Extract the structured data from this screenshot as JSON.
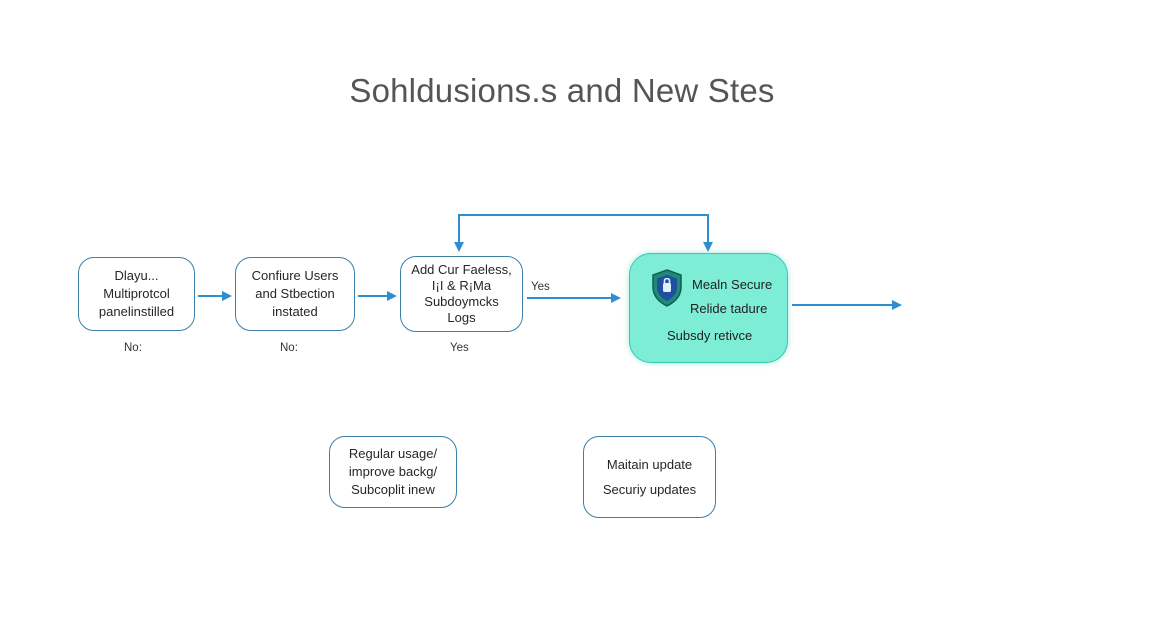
{
  "title": "Sohldusions.s and New Stes",
  "nodes": {
    "n1": {
      "lines": [
        "Dlayu...",
        "Multiprotcol",
        "panelinstilled"
      ]
    },
    "n2": {
      "lines": [
        "Confiure Users",
        "and Stbection",
        "instated"
      ]
    },
    "n3": {
      "lines": [
        "Add Cur Faeless,",
        "I¡I & R¡Ma",
        "Subdoymcks",
        "Logs"
      ]
    },
    "n4": {
      "lines": [
        "Mealn Secure",
        "Relide tadure",
        "Subsdy retivce"
      ],
      "icon": "shield-icon"
    },
    "n5": {
      "lines": [
        "Regular usage/",
        "improve backg/",
        "Subcoplit inew"
      ]
    },
    "n6": {
      "lines": [
        "Maitain update",
        "Securiy updates"
      ]
    }
  },
  "labels": {
    "under_n1": "No:",
    "under_n2": "No:",
    "under_n3": "Yes",
    "edge_n3_n4": "Yes"
  },
  "colors": {
    "arrow": "#2e8fd0",
    "node_border": "#3d7fa6",
    "highlight_fill": "#7eedd6",
    "highlight_border": "#36c9b3",
    "title": "#555555"
  }
}
